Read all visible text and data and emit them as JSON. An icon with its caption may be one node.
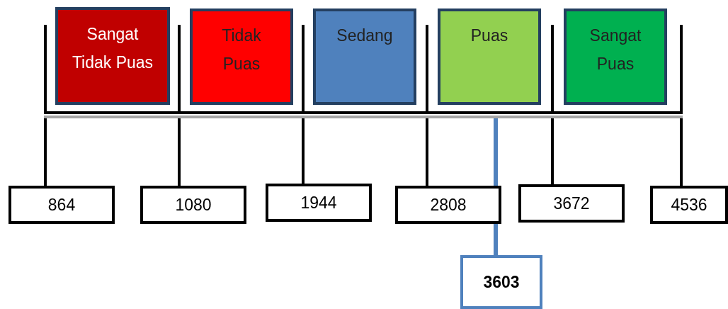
{
  "diagram": {
    "nodes": [
      {
        "text": [
          "Sangat Tidak Puas"
        ]
      },
      {
        "text": [
          "Tidak Puas"
        ]
      },
      {
        "text": [
          "Sedang"
        ]
      },
      {
        "text": [
          "Puas"
        ]
      },
      {
        "text": [
          "Sangat Puas"
        ]
      },
      {
        "text": [],
        "shape": "bar"
      },
      {
        "text": [
          "864"
        ]
      },
      {
        "text": [
          "1080"
        ]
      },
      {
        "text": [
          "1944"
        ]
      },
      {
        "text": [
          "2808"
        ]
      },
      {
        "text": [
          "3672"
        ]
      },
      {
        "text": [
          "4536"
        ]
      },
      {
        "text": [
          "3603"
        ]
      }
    ],
    "edges": [
      {
        "from": 5,
        "to": 6,
        "arrow": "none"
      },
      {
        "from": 5,
        "to": 7,
        "arrow": "none"
      },
      {
        "from": 5,
        "to": 8,
        "arrow": "none"
      },
      {
        "from": 5,
        "to": 9,
        "arrow": "none"
      },
      {
        "from": 5,
        "to": 10,
        "arrow": "none"
      },
      {
        "from": 5,
        "to": 11,
        "arrow": "none"
      },
      {
        "from": 12,
        "to": 5,
        "arrow": "none",
        "color": "#4f81bd"
      }
    ]
  }
}
